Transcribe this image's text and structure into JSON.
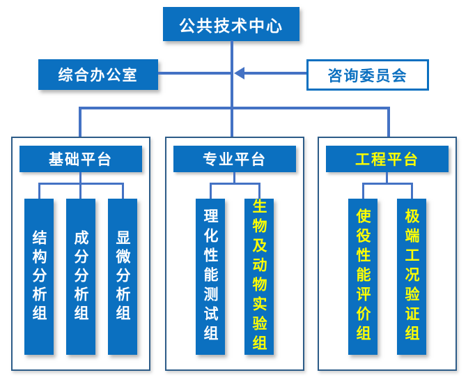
{
  "diagram": {
    "root": "公共技术中心",
    "office": "综合办公室",
    "advisory": "咨询委员会",
    "groups": [
      {
        "header": "基础平台",
        "header_text_color": "#FFFFFF",
        "children": [
          {
            "label": "结构分析组",
            "text_color": "#FFFFFF"
          },
          {
            "label": "成分分析组",
            "text_color": "#FFFFFF"
          },
          {
            "label": "显微分析组",
            "text_color": "#FFFFFF"
          }
        ]
      },
      {
        "header": "专业平台",
        "header_text_color": "#FFFFFF",
        "children": [
          {
            "label": "理化性能测试组",
            "text_color": "#FFFFFF"
          },
          {
            "label": "生物及动物实验组",
            "text_color": "#FFFF00"
          }
        ]
      },
      {
        "header": "工程平台",
        "header_text_color": "#FFFF00",
        "children": [
          {
            "label": "使役性能评价组",
            "text_color": "#FFFF00"
          },
          {
            "label": "极端工况验证组",
            "text_color": "#FFFF00"
          }
        ]
      }
    ],
    "colors": {
      "node_fill": "#0B70C0",
      "connector": "#4472C4",
      "container_border": "#2D5C88",
      "highlight_text": "#FFFF00",
      "node_text": "#FFFFFF"
    }
  }
}
